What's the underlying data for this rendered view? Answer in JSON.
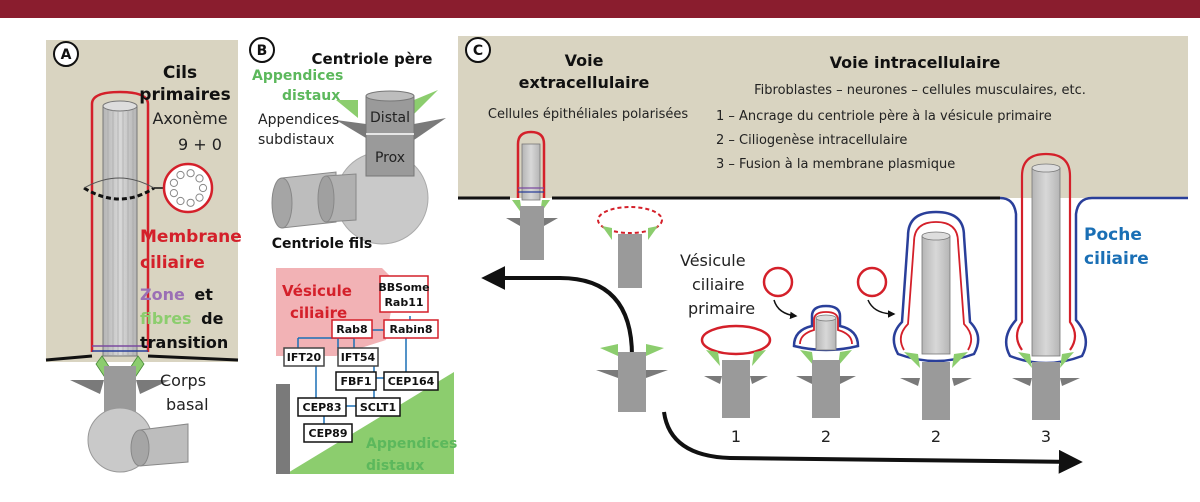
{
  "panels": {
    "A": {
      "letter": "A",
      "title_line1": "Cils",
      "title_line2": "primaires",
      "axoneme": "Axonème",
      "axoneme_formula": "9 + 0",
      "membrane_line1": "Membrane",
      "membrane_line2": "ciliaire",
      "zone_word": "Zone",
      "et_word": "et",
      "fibres_word": "fibres",
      "de_word": "de",
      "transition_word": "transition",
      "corps_line1": "Corps",
      "corps_line2": "basal"
    },
    "B": {
      "letter": "B",
      "centriole_pere": "Centriole père",
      "appendices_distaux_line1": "Appendices",
      "appendices_distaux_line2": "distaux",
      "appendices_subdistaux_line1": "Appendices",
      "appendices_subdistaux_line2": "subdistaux",
      "distal": "Distal",
      "prox": "Prox",
      "centriole_fils": "Centriole fils",
      "vesicule_line1": "Vésicule",
      "vesicule_line2": "ciliaire",
      "appendices2_line1": "Appendices",
      "appendices2_line2": "distaux",
      "proteins": {
        "bbsome": "BBSome",
        "rab11": "Rab11",
        "rab8": "Rab8",
        "rabin8": "Rabin8",
        "ift20": "IFT20",
        "ift54": "IFT54",
        "fbf1": "FBF1",
        "cep164": "CEP164",
        "cep83": "CEP83",
        "sclt1": "SCLT1",
        "cep89": "CEP89"
      }
    },
    "C": {
      "letter": "C",
      "voie_extra_line1": "Voie",
      "voie_extra_line2": "extracellulaire",
      "cellules_epitheliales": "Cellules épithéliales polarisées",
      "voie_intra": "Voie intracellulaire",
      "fibroblastes": "Fibroblastes – neurones – cellules musculaires, etc.",
      "step1": "1 – Ancrage du centriole père à la vésicule primaire",
      "step2": "2 – Ciliogenèse intracellulaire",
      "step3": "3 – Fusion à la membrane plasmique",
      "vesicule_line1": "Vésicule",
      "vesicule_line2": "ciliaire",
      "vesicule_line3": "primaire",
      "poche_line1": "Poche",
      "poche_line2": "ciliaire",
      "stage_labels": [
        "1",
        "2",
        "2",
        "3"
      ]
    }
  },
  "colors": {
    "topbar": "#8a1d2e",
    "panel_bg": "#d9d4c1",
    "membrane_red": "#d4202a",
    "membrane_blue": "#2a3f9a",
    "appendage_green": "#8ccd6e",
    "centriole_gray": "#9a9a9a",
    "vesicle_pink": "#f2b2b5",
    "poche_blue": "#1a6fb5",
    "appendices_green_text": "#5cb85c"
  }
}
